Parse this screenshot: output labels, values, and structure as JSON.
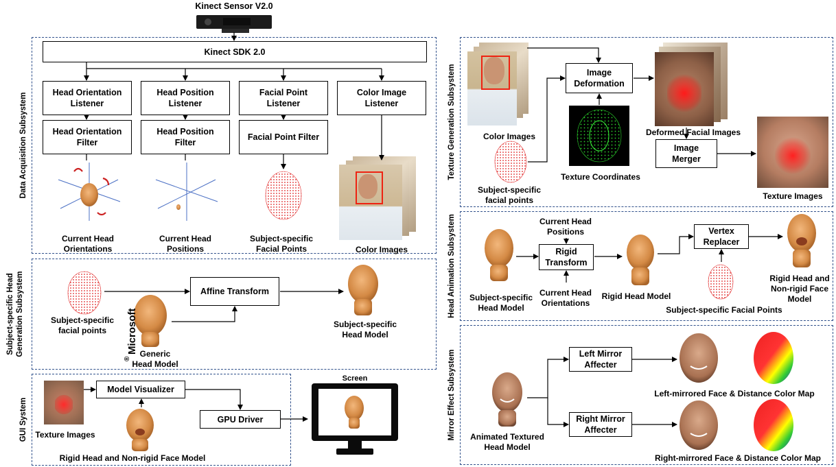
{
  "top": {
    "sensor_label": "Kinect Sensor V2.0"
  },
  "acquisition": {
    "title": "Data Acquisition Subsystem",
    "sdk": "Kinect SDK 2.0",
    "listeners": [
      "Head Orientation\nListener",
      "Head Position\nListener",
      "Facial Point\nListener",
      "Color Image\nListener"
    ],
    "filters": [
      "Head Orientation\nFilter",
      "Head Position\nFilter",
      "Facial Point Filter"
    ],
    "outputs": [
      "Current Head\nOrientations",
      "Current Head\nPositions",
      "Subject-specific\nFacial Points",
      "Color Images"
    ]
  },
  "headgen": {
    "title": "Subject-specific Head\nGeneration Subsystem",
    "input": "Subject-specific\nfacial points",
    "brand": "Microsoft",
    "brand_mark": "®",
    "generic": "Generic\nHead Model",
    "affine": "Affine Transform",
    "output": "Subject-specific\nHead Model"
  },
  "gui": {
    "title": "GUI System",
    "texture": "Texture Images",
    "visualizer": "Model Visualizer",
    "gpu": "GPU Driver",
    "screen": "Screen",
    "model": "Rigid Head and Non-rigid Face Model"
  },
  "texture": {
    "title": "Texture Generation Subsystem",
    "color": "Color Images",
    "points": "Subject-specific\nfacial points",
    "deformation": "Image\nDeformation",
    "coords": "Texture Coordinates",
    "deformed": "Deformed Facial Images",
    "merger": "Image\nMerger",
    "output": "Texture Images"
  },
  "animation": {
    "title": "Head Animation Subsystem",
    "input": "Subject-specific\nHead Model",
    "positions": "Current Head\nPositions",
    "rigid": "Rigid\nTransform",
    "orientations": "Current Head\nOrientations",
    "rigid_model": "Rigid Head Model",
    "vertex": "Vertex\nReplacer",
    "points": "Subject-specific Facial Points",
    "output": "Rigid Head and\nNon-rigid Face\nModel"
  },
  "mirror": {
    "title": "Mirror Effect Subsystem",
    "input": "Animated Textured\nHead Model",
    "left": "Left Mirror\nAffecter",
    "right": "Right Mirror\nAffecter",
    "left_out": "Left-mirrored Face & Distance Color Map",
    "right_out": "Right-mirrored Face & Distance Color Map"
  }
}
